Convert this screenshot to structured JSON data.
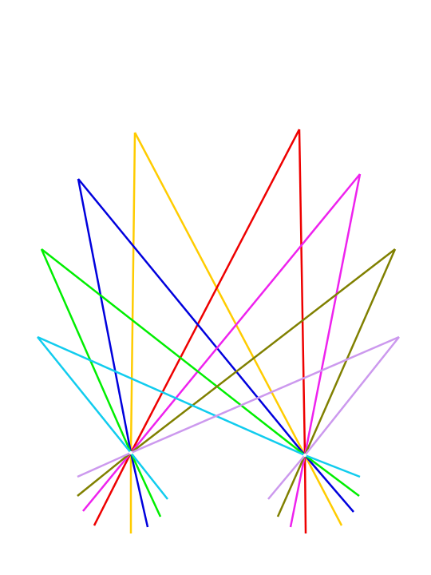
{
  "diagram": {
    "background": "#ffffff",
    "hubs": [
      "left-hub",
      "right-hub"
    ],
    "lines": [
      {
        "name": "yellow-line",
        "color": "#ffcc00"
      },
      {
        "name": "red-line",
        "color": "#ee0000"
      },
      {
        "name": "blue-line",
        "color": "#0000dd"
      },
      {
        "name": "magenta-line",
        "color": "#ee22ee"
      },
      {
        "name": "green-line",
        "color": "#00ee00"
      },
      {
        "name": "olive-line",
        "color": "#808000"
      },
      {
        "name": "cyan-line",
        "color": "#11ccee"
      },
      {
        "name": "lavender-line",
        "color": "#cc99ee"
      }
    ]
  }
}
